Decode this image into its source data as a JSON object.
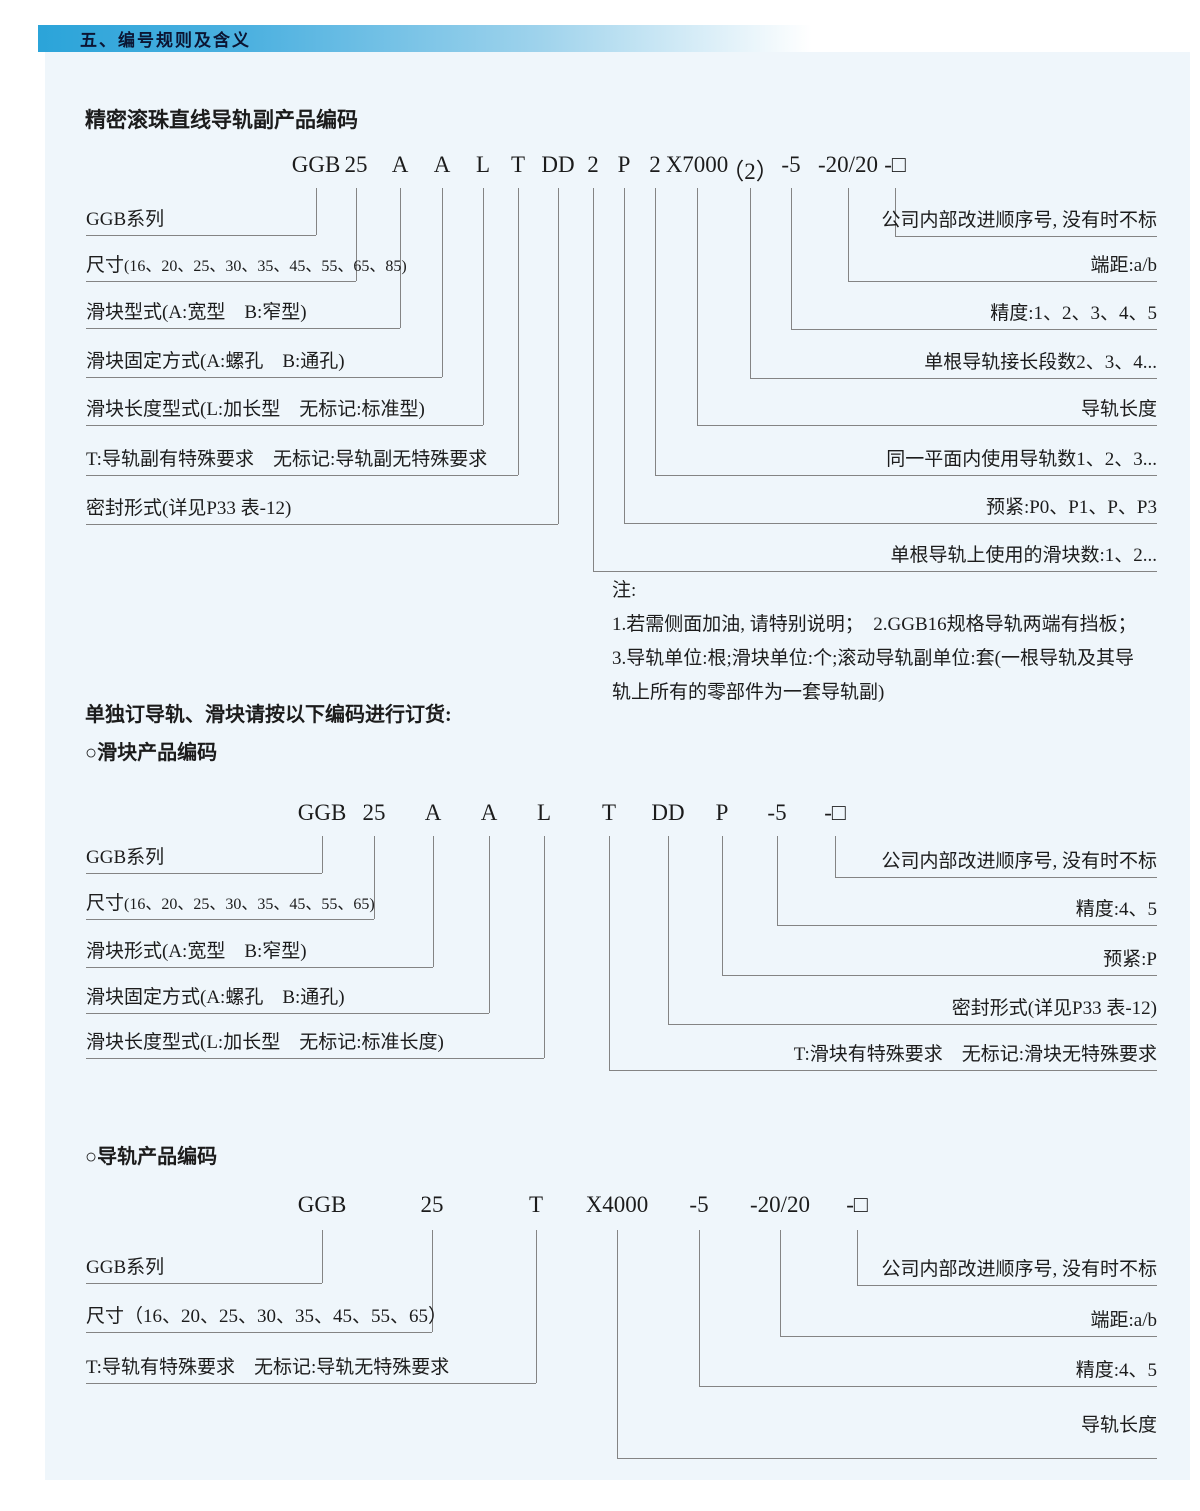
{
  "page": {
    "header": "五、编号规则及含义",
    "title": "精密滚珠直线导轨副产品编码",
    "order_note": "单独订导轨、滑块请按以下编码进行订货:",
    "slider_heading": "○滑块产品编码",
    "rail_heading": "○导轨产品编码"
  },
  "colors": {
    "bar_blue": "#2ba4d9",
    "content_bg": "#eff6fb",
    "line_gray": "#848484",
    "text": "#1c1c1c"
  },
  "diagram1": {
    "tokens": [
      "GGB",
      "25",
      "A",
      "A",
      "L",
      "T",
      "DD",
      "2",
      "P",
      "2",
      "X7000",
      "（2）",
      "-5",
      "-20/20",
      "-□"
    ],
    "left_labels": [
      "GGB系列",
      {
        "head": "尺寸",
        "nums": "(16、20、25、30、35、45、55、65、85)"
      },
      "滑块型式(A:宽型　B:窄型)",
      "滑块固定方式(A:螺孔　B:通孔)",
      "滑块长度型式(L:加长型　无标记:标准型)",
      "T:导轨副有特殊要求　无标记:导轨副无特殊要求",
      "密封形式(详见P33 表-12)"
    ],
    "right_labels": [
      "公司内部改进顺序号, 没有时不标",
      "端距:a/b",
      "精度:1、2、3、4、5",
      "单根导轨接长段数2、3、4...",
      "导轨长度",
      "同一平面内使用导轨数1、2、3...",
      "预紧:P0、P1、P、P3",
      "单根导轨上使用的滑块数:1、2..."
    ],
    "notes": [
      "注:",
      "1.若需侧面加油, 请特别说明；　2.GGB16规格导轨两端有挡板；",
      "3.导轨单位:根;滑块单位:个;滚动导轨副单位:套(一根导轨及其导",
      "轨上所有的零部件为一套导轨副)"
    ]
  },
  "diagram2": {
    "tokens": [
      "GGB",
      "25",
      "A",
      "A",
      "L",
      "T",
      "DD",
      "P",
      "-5",
      "-□"
    ],
    "left_labels": [
      "GGB系列",
      {
        "head": "尺寸",
        "nums": "(16、20、25、30、35、45、55、65)"
      },
      "滑块形式(A:宽型　B:窄型)",
      "滑块固定方式(A:螺孔　B:通孔)",
      "滑块长度型式(L:加长型　无标记:标准长度)"
    ],
    "right_labels": [
      "公司内部改进顺序号, 没有时不标",
      "精度:4、5",
      "预紧:P",
      "密封形式(详见P33 表-12)",
      "T:滑块有特殊要求　无标记:滑块无特殊要求"
    ]
  },
  "diagram3": {
    "tokens": [
      "GGB",
      "25",
      "T",
      "X4000",
      "-5",
      "-20/20",
      "-□"
    ],
    "left_labels": [
      "GGB系列",
      "尺寸（16、20、25、30、35、45、55、65）",
      "T:导轨有特殊要求　无标记:导轨无特殊要求"
    ],
    "right_labels": [
      "公司内部改进顺序号, 没有时不标",
      "端距:a/b",
      "精度:4、5",
      "导轨长度"
    ]
  }
}
